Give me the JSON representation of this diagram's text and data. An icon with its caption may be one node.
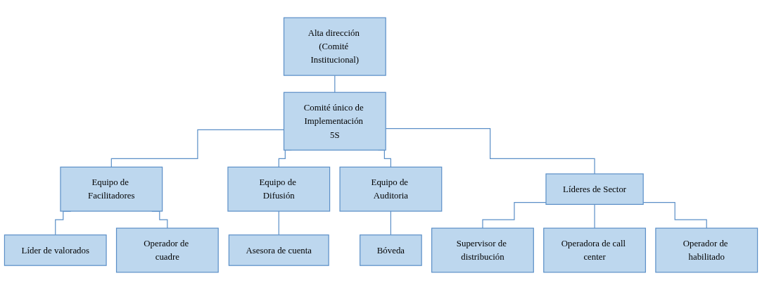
{
  "diagram": {
    "nodes": [
      {
        "text": [
          "Alta dirección (Comité Institucional)"
        ]
      },
      {
        "text": [
          "Comité único de Implementación 5S"
        ]
      },
      {
        "text": [
          "Equipo de Facilitadores"
        ]
      },
      {
        "text": [
          "Equipo de Difusión"
        ]
      },
      {
        "text": [
          "Equipo de Auditoria"
        ]
      },
      {
        "text": [
          "Líderes de Sector"
        ]
      },
      {
        "text": [
          "Líder de valorados"
        ]
      },
      {
        "text": [
          "Operador de cuadre"
        ]
      },
      {
        "text": [
          "Asesora de cuenta"
        ]
      },
      {
        "text": [
          "Bóveda"
        ]
      },
      {
        "text": [
          "Supervisor de distribución"
        ]
      },
      {
        "text": [
          "Operadora de call center"
        ]
      },
      {
        "text": [
          "Operador de habilitado"
        ]
      }
    ],
    "edges": [
      {
        "from": 0,
        "to": 1,
        "arrow": "none"
      },
      {
        "from": 1,
        "to": 2,
        "arrow": "none"
      },
      {
        "from": 1,
        "to": 3,
        "arrow": "none"
      },
      {
        "from": 1,
        "to": 4,
        "arrow": "none"
      },
      {
        "from": 1,
        "to": 5,
        "arrow": "none"
      },
      {
        "from": 2,
        "to": 6,
        "arrow": "none"
      },
      {
        "from": 2,
        "to": 7,
        "arrow": "none"
      },
      {
        "from": 3,
        "to": 8,
        "arrow": "none"
      },
      {
        "from": 4,
        "to": 9,
        "arrow": "none"
      },
      {
        "from": 5,
        "to": 10,
        "arrow": "none"
      },
      {
        "from": 5,
        "to": 11,
        "arrow": "none"
      },
      {
        "from": 5,
        "to": 12,
        "arrow": "none"
      }
    ]
  }
}
